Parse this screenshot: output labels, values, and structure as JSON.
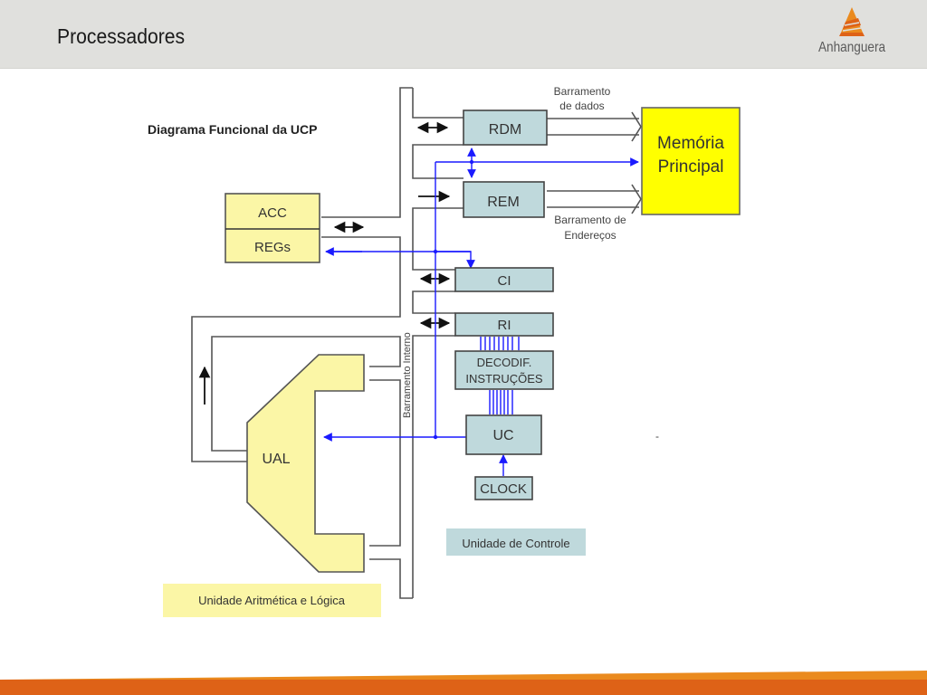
{
  "slide": {
    "title": "Processadores",
    "logo_text": "Anhanguera"
  },
  "diagram": {
    "title": "Diagrama Funcional da UCP",
    "blocks": {
      "rdm": "RDM",
      "rem": "REM",
      "memoria_line1": "Memória",
      "memoria_line2": "Principal",
      "acc": "ACC",
      "regs": "REGs",
      "ci": "CI",
      "ri": "RI",
      "decodif_line1": "DECODIF.",
      "decodif_line2": "INSTRUÇÕES",
      "uc": "UC",
      "clock": "CLOCK",
      "ual": "UAL"
    },
    "labels": {
      "data_bus_line1": "Barramento",
      "data_bus_line2": "de dados",
      "address_bus_line1": "Barramento de",
      "address_bus_line2": "Endereços",
      "internal_bus": "Barramento  Interno",
      "control_unit": "Unidade de Controle",
      "alu_unit": "Unidade Aritmética e Lógica",
      "stray_mark": "-"
    },
    "colors": {
      "register_fill": "#bfd9dc",
      "memory_fill": "#ffff00",
      "yellow_fill": "#fbf6a6",
      "control_line": "#1a1aff",
      "bus_line": "#555555"
    }
  },
  "footer": {
    "band_dark": "#de6217",
    "band_light": "#ea8a1e"
  }
}
